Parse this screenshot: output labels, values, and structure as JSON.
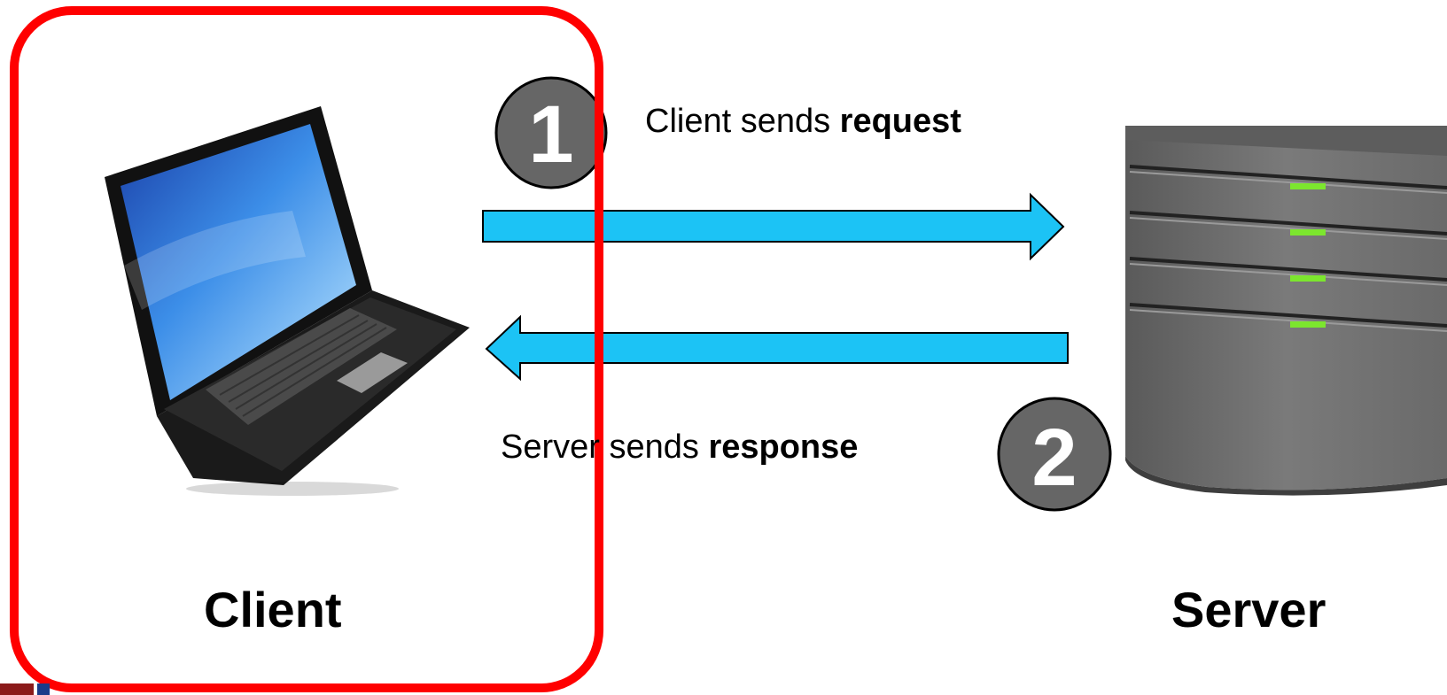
{
  "diagram": {
    "step1": {
      "number": "1",
      "text_plain": "Client sends ",
      "text_bold": "request"
    },
    "step2": {
      "number": "2",
      "text_plain": "Server sends ",
      "text_bold": "response"
    },
    "client": {
      "label": "Client",
      "icon": "laptop-icon"
    },
    "server": {
      "label": "Server",
      "icon": "server-tower-icon"
    },
    "colors": {
      "arrow_fill": "#1CC3F5",
      "highlight_border": "#FF0000",
      "badge_fill": "#666666",
      "server_led": "#7CE62E"
    }
  }
}
